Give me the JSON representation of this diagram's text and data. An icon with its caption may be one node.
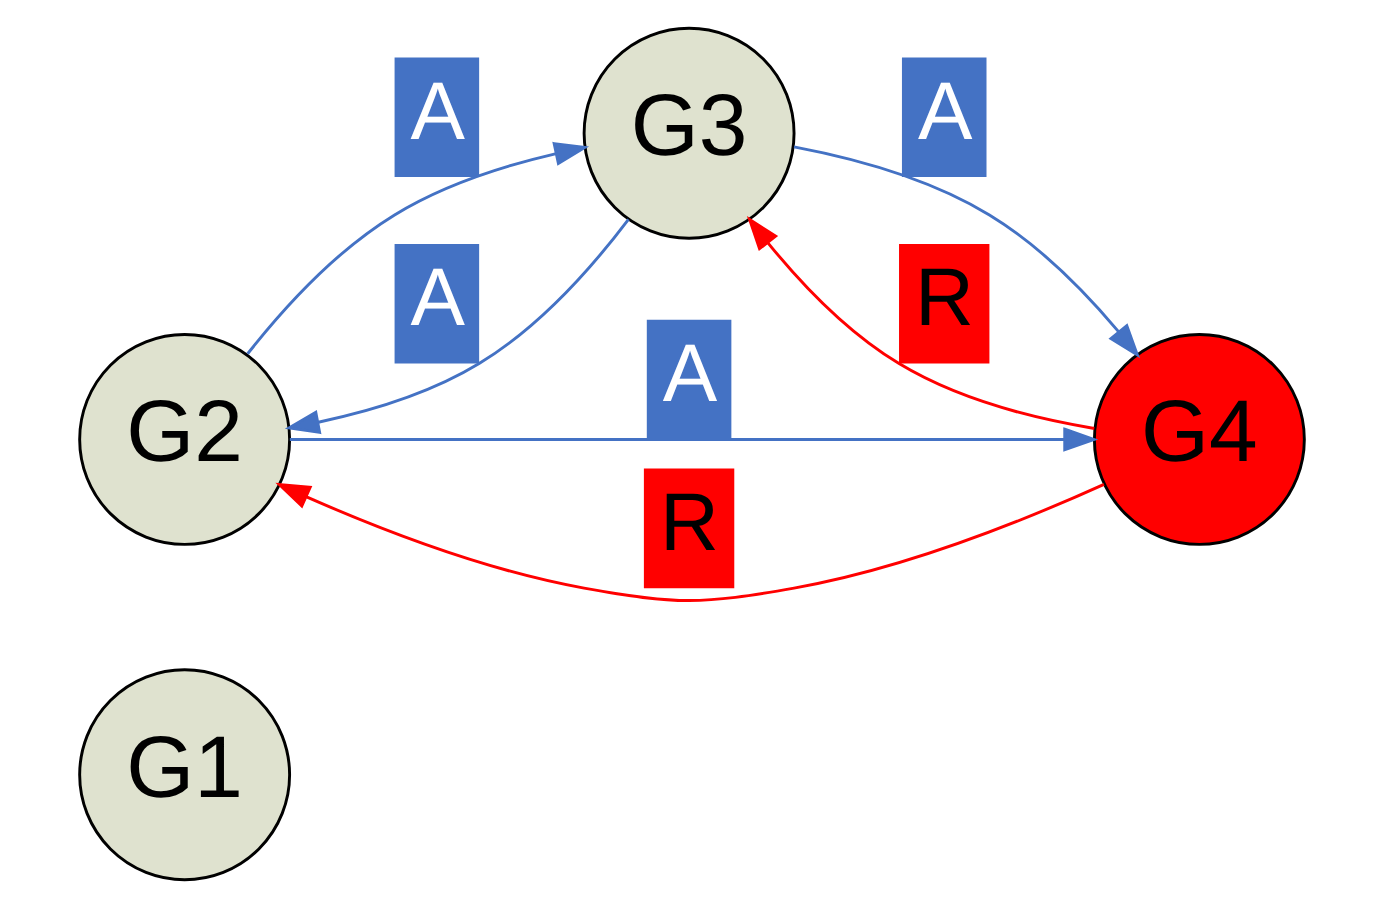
{
  "diagram": {
    "nodes": [
      {
        "text": [
          "G1"
        ]
      },
      {
        "text": [
          "G2"
        ]
      },
      {
        "text": [
          "G3"
        ]
      },
      {
        "text": [
          "G4"
        ]
      }
    ],
    "edges": [
      {
        "from": 1,
        "to": 3,
        "arrow": "to",
        "label": "A"
      },
      {
        "from": 1,
        "to": 2,
        "arrow": "to",
        "label": "A"
      },
      {
        "from": 2,
        "to": 3,
        "arrow": "to",
        "label": "A"
      },
      {
        "from": 2,
        "to": 1,
        "arrow": "to",
        "label": "A"
      },
      {
        "from": 3,
        "to": 2,
        "arrow": "to",
        "label": "R",
        "color": "#ff0000"
      },
      {
        "from": 3,
        "to": 1,
        "arrow": "to",
        "label": "R",
        "color": "#ff0000"
      }
    ]
  }
}
